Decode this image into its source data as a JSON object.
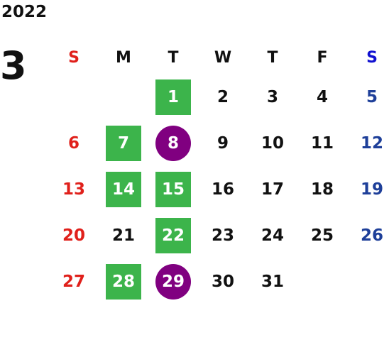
{
  "calendar": {
    "year": "2022",
    "month": "3",
    "weekdays": [
      "S",
      "M",
      "T",
      "W",
      "T",
      "F",
      "S"
    ],
    "weeks": [
      [
        null,
        null,
        {
          "day": "1",
          "mark": "square"
        },
        {
          "day": "2"
        },
        {
          "day": "3"
        },
        {
          "day": "4"
        },
        {
          "day": "5"
        }
      ],
      [
        {
          "day": "6"
        },
        {
          "day": "7",
          "mark": "square"
        },
        {
          "day": "8",
          "mark": "circle"
        },
        {
          "day": "9"
        },
        {
          "day": "10"
        },
        {
          "day": "11"
        },
        {
          "day": "12"
        }
      ],
      [
        {
          "day": "13"
        },
        {
          "day": "14",
          "mark": "square"
        },
        {
          "day": "15",
          "mark": "square"
        },
        {
          "day": "16"
        },
        {
          "day": "17"
        },
        {
          "day": "18"
        },
        {
          "day": "19"
        }
      ],
      [
        {
          "day": "20"
        },
        {
          "day": "21"
        },
        {
          "day": "22",
          "mark": "square"
        },
        {
          "day": "23"
        },
        {
          "day": "24"
        },
        {
          "day": "25"
        },
        {
          "day": "26"
        }
      ],
      [
        {
          "day": "27"
        },
        {
          "day": "28",
          "mark": "square"
        },
        {
          "day": "29",
          "mark": "circle"
        },
        {
          "day": "30"
        },
        {
          "day": "31"
        },
        null,
        null
      ]
    ]
  },
  "colors": {
    "sunday": "#e0201b",
    "saturday": "#1e3f99",
    "saturday_header": "#1010d0",
    "square_mark": "#3cb44b",
    "circle_mark": "#800080"
  }
}
